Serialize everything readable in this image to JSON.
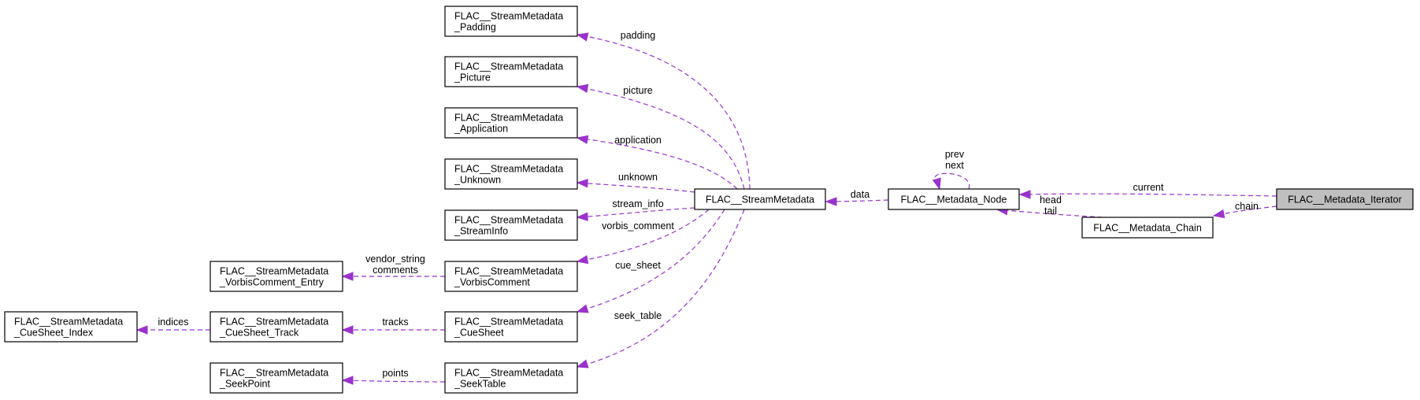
{
  "colors": {
    "edge": "#9a32cd",
    "highlight_fill": "#bfbfbf",
    "node_border": "#000000"
  },
  "nodes": [
    {
      "id": "iterator",
      "lines": [
        "FLAC__Metadata_Iterator"
      ],
      "highlight": true
    },
    {
      "id": "chain",
      "lines": [
        "FLAC__Metadata_Chain"
      ]
    },
    {
      "id": "node",
      "lines": [
        "FLAC__Metadata_Node"
      ]
    },
    {
      "id": "streammetadata",
      "lines": [
        "FLAC__StreamMetadata"
      ]
    },
    {
      "id": "padding",
      "lines": [
        "FLAC__StreamMetadata",
        "_Padding"
      ]
    },
    {
      "id": "picture",
      "lines": [
        "FLAC__StreamMetadata",
        "_Picture"
      ]
    },
    {
      "id": "application",
      "lines": [
        "FLAC__StreamMetadata",
        "_Application"
      ]
    },
    {
      "id": "unknown",
      "lines": [
        "FLAC__StreamMetadata",
        "_Unknown"
      ]
    },
    {
      "id": "streaminfo",
      "lines": [
        "FLAC__StreamMetadata",
        "_StreamInfo"
      ]
    },
    {
      "id": "vorbiscomment",
      "lines": [
        "FLAC__StreamMetadata",
        "_VorbisComment"
      ]
    },
    {
      "id": "vorbiscomment_entry",
      "lines": [
        "FLAC__StreamMetadata",
        "_VorbisComment_Entry"
      ]
    },
    {
      "id": "cuesheet",
      "lines": [
        "FLAC__StreamMetadata",
        "_CueSheet"
      ]
    },
    {
      "id": "cuesheet_track",
      "lines": [
        "FLAC__StreamMetadata",
        "_CueSheet_Track"
      ]
    },
    {
      "id": "cuesheet_index",
      "lines": [
        "FLAC__StreamMetadata",
        "_CueSheet_Index"
      ]
    },
    {
      "id": "seektable",
      "lines": [
        "FLAC__StreamMetadata",
        "_SeekTable"
      ]
    },
    {
      "id": "seekpoint",
      "lines": [
        "FLAC__StreamMetadata",
        "_SeekPoint"
      ]
    }
  ],
  "edges": [
    {
      "id": "current",
      "from": "iterator",
      "to": "node",
      "label": [
        "current"
      ]
    },
    {
      "id": "chain",
      "from": "iterator",
      "to": "chain",
      "label": [
        "chain"
      ]
    },
    {
      "id": "headtail",
      "from": "chain",
      "to": "node",
      "label": [
        "head",
        "tail"
      ]
    },
    {
      "id": "prevnext",
      "from": "node",
      "to": "node",
      "label": [
        "prev",
        "next"
      ]
    },
    {
      "id": "data",
      "from": "node",
      "to": "streammetadata",
      "label": [
        "data"
      ]
    },
    {
      "id": "padding",
      "from": "streammetadata",
      "to": "padding",
      "label": [
        "padding"
      ]
    },
    {
      "id": "picture",
      "from": "streammetadata",
      "to": "picture",
      "label": [
        "picture"
      ]
    },
    {
      "id": "application",
      "from": "streammetadata",
      "to": "application",
      "label": [
        "application"
      ]
    },
    {
      "id": "unknown",
      "from": "streammetadata",
      "to": "unknown",
      "label": [
        "unknown"
      ]
    },
    {
      "id": "stream_info",
      "from": "streammetadata",
      "to": "streaminfo",
      "label": [
        "stream_info"
      ]
    },
    {
      "id": "vorbis_comment",
      "from": "streammetadata",
      "to": "vorbiscomment",
      "label": [
        "vorbis_comment"
      ]
    },
    {
      "id": "cue_sheet",
      "from": "streammetadata",
      "to": "cuesheet",
      "label": [
        "cue_sheet"
      ]
    },
    {
      "id": "seek_table",
      "from": "streammetadata",
      "to": "seektable",
      "label": [
        "seek_table"
      ]
    },
    {
      "id": "vendor_comments",
      "from": "vorbiscomment",
      "to": "vorbiscomment_entry",
      "label": [
        "vendor_string",
        "comments"
      ]
    },
    {
      "id": "tracks",
      "from": "cuesheet",
      "to": "cuesheet_track",
      "label": [
        "tracks"
      ]
    },
    {
      "id": "indices",
      "from": "cuesheet_track",
      "to": "cuesheet_index",
      "label": [
        "indices"
      ]
    },
    {
      "id": "points",
      "from": "seektable",
      "to": "seekpoint",
      "label": [
        "points"
      ]
    }
  ]
}
